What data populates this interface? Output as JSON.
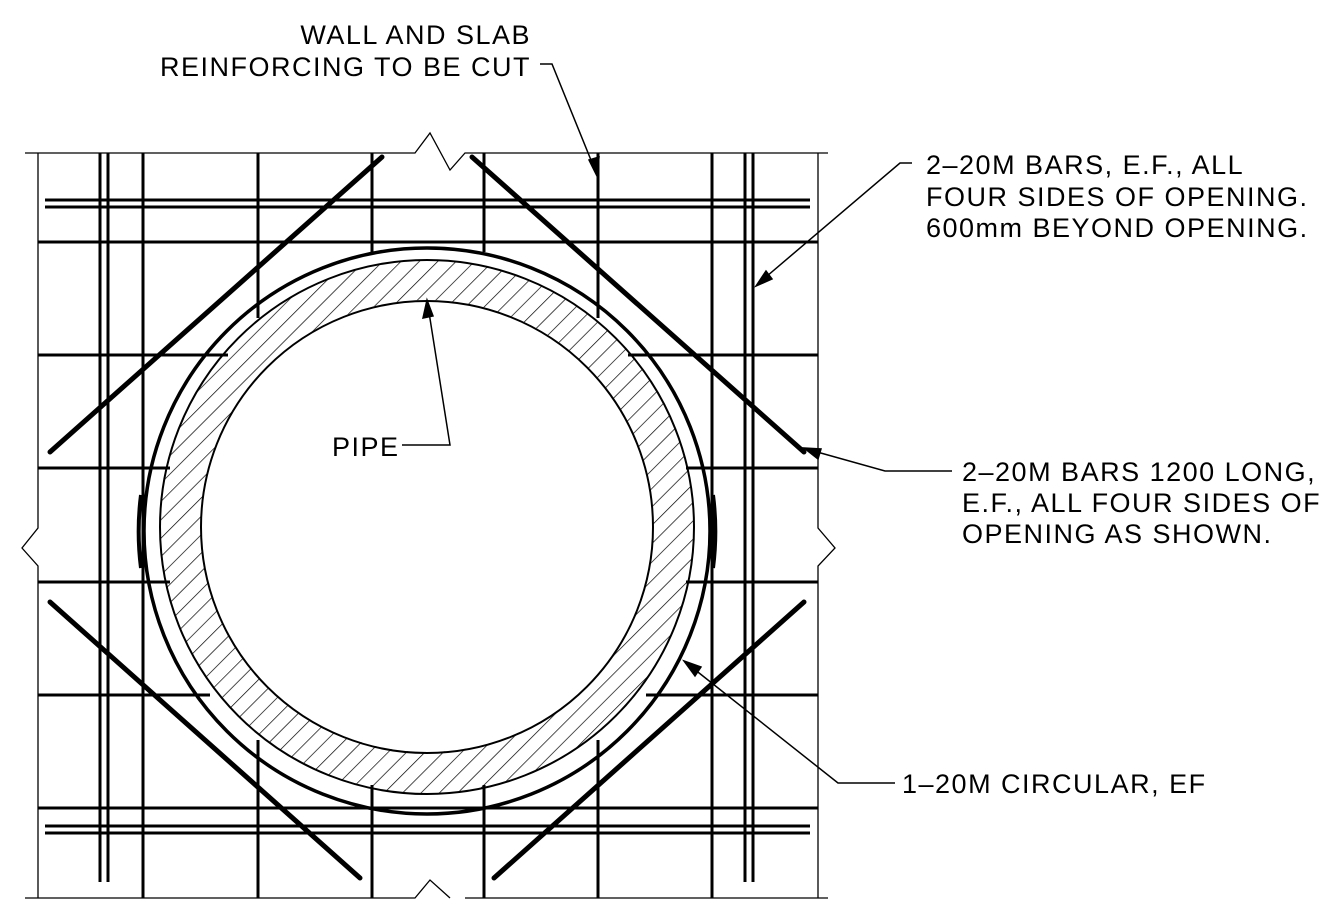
{
  "labels": {
    "cut_line1": "WALL AND SLAB",
    "cut_line2": "REINFORCING TO BE CUT",
    "bars_line1": "2–20M BARS, E.F., ALL",
    "bars_line2": "FOUR SIDES OF OPENING.",
    "bars_line3": "600mm BEYOND OPENING.",
    "pipe": "PIPE",
    "diag_line1": "2–20M BARS 1200 LONG,",
    "diag_line2": "E.F., ALL FOUR SIDES OF",
    "diag_line3": "OPENING AS SHOWN.",
    "circ_line1": "1–20M CIRCULAR, EF"
  },
  "colors": {
    "ink": "#000000",
    "paper": "#ffffff"
  }
}
